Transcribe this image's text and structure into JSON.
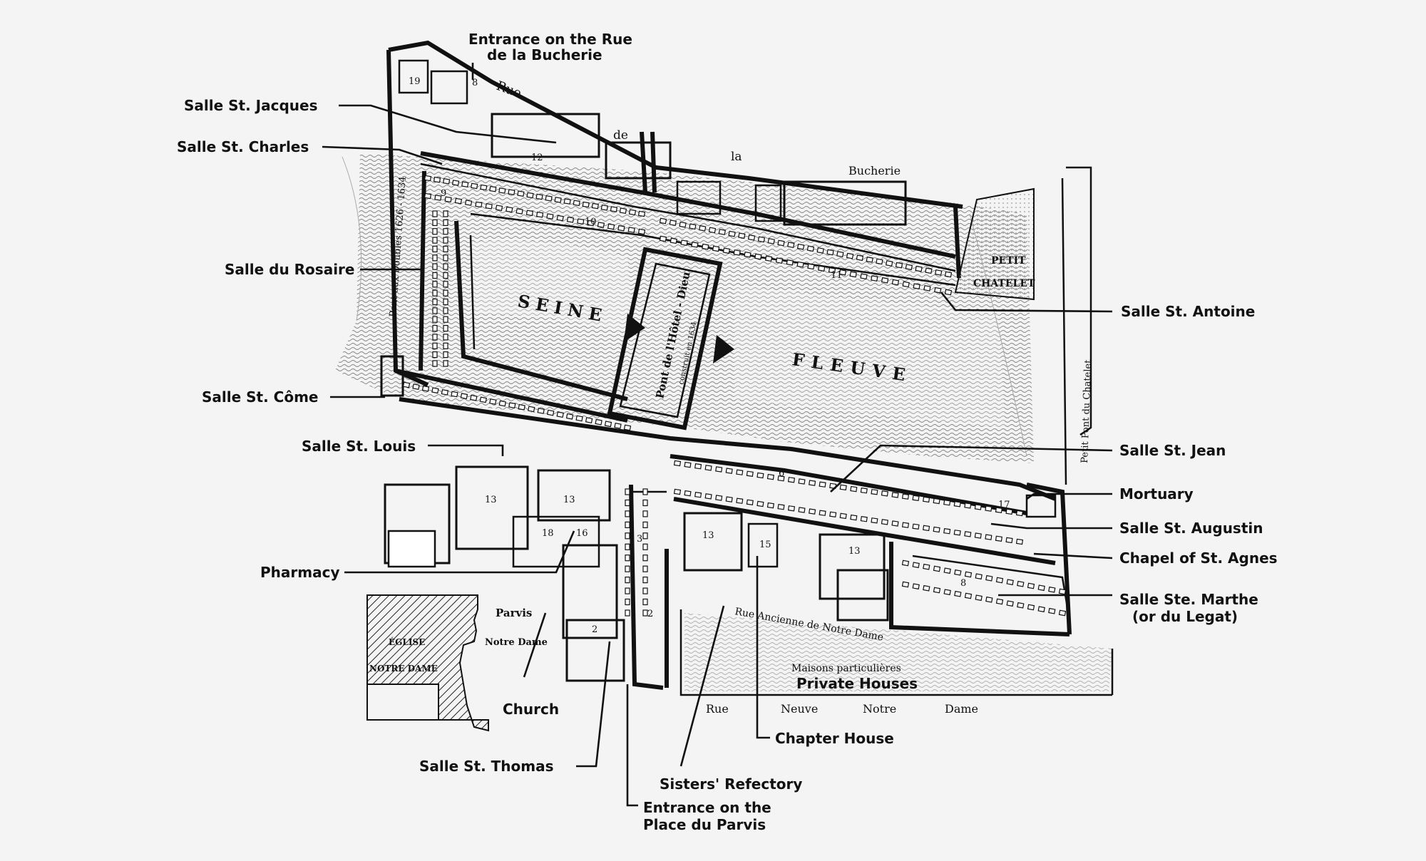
{
  "labels": {
    "bucherie_entrance_1": "Entrance on the Rue",
    "bucherie_entrance_2": "de la Bucherie",
    "salle_st_jacques": "Salle St. Jacques",
    "salle_st_charles": "Salle St. Charles",
    "salle_du_rosaire": "Salle du Rosaire",
    "salle_st_come": "Salle St. Côme",
    "salle_st_louis": "Salle St. Louis",
    "pharmacy": "Pharmacy",
    "church": "Church",
    "salle_st_thomas": "Salle St. Thomas",
    "parvis_entrance_1": "Entrance on the",
    "parvis_entrance_2": "Place du Parvis",
    "sisters_refectory": "Sisters' Refectory",
    "chapter_house": "Chapter House",
    "salle_st_antoine": "Salle St. Antoine",
    "salle_st_jean": "Salle St. Jean",
    "mortuary": "Mortuary",
    "salle_st_augustin": "Salle St. Augustin",
    "chapel_st_agnes": "Chapel of St. Agnes",
    "salle_ste_marthe_1": "Salle Ste. Marthe",
    "salle_ste_marthe_2": "(or du Legat)",
    "private_houses": "Private Houses"
  },
  "map_text": {
    "rue": "Rue",
    "de": "de",
    "la": "la",
    "bucherie": "Bucherie",
    "petit": "PETIT",
    "chatelet": "CHATELET",
    "seine": "SEINE",
    "fleuve": "FLEUVE",
    "pont_hotel_dieu": "Pont de l'Hôtel - Dieu",
    "pont_construit": "construit en 1634",
    "pont_doubles": "Pont aux Doubles 1626 - 1634",
    "petit_pont": "Petit Pont du Chatelet",
    "parvis": "Parvis",
    "notre_dame_parvis": "Notre Dame",
    "eglise": "ÉGLISE",
    "notre_dame_church": "NOTRE DAME",
    "rue_ancienne": "Rue Ancienne de Notre Dame",
    "maisons": "Maisons particulières",
    "rue_neuve_1": "Rue",
    "rue_neuve_2": "Neuve",
    "rue_neuve_3": "Notre",
    "rue_neuve_4": "Dame"
  },
  "plan_numbers": {
    "n19": "19",
    "n8": "8",
    "n12": "12",
    "n9": "9",
    "n10": "10",
    "n11": "11",
    "n6": "6",
    "n13a": "13",
    "n13b": "13",
    "n13c": "13",
    "n13d": "13",
    "n15": "15",
    "n16": "16",
    "n18": "18",
    "n3": "3",
    "n2a": "2",
    "n2b": "2",
    "n8b": "8",
    "n17": "17"
  }
}
